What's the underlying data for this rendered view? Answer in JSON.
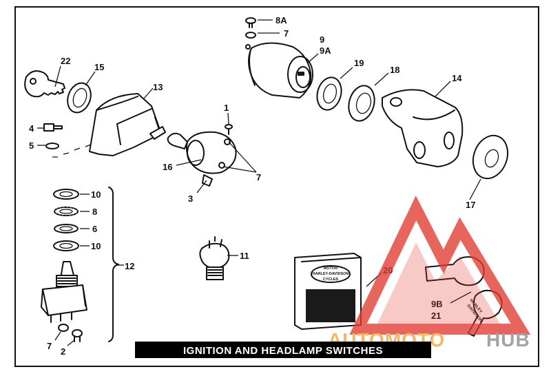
{
  "title": "IGNITION AND HEADLAMP SWITCHES",
  "labels": {
    "l22": "22",
    "l15": "15",
    "l13": "13",
    "l4": "4",
    "l5": "5",
    "l8a": "8A",
    "l7_top": "7",
    "l9": "9",
    "l9a": "9A",
    "l19": "19",
    "l18": "18",
    "l14": "14",
    "l1": "1",
    "l16": "16",
    "l7_mid": "7",
    "l3": "3",
    "l17": "17",
    "l10_top": "10",
    "l8": "8",
    "l6": "6",
    "l10_bot": "10",
    "l12": "12",
    "l11": "11",
    "l20": "20",
    "l9b": "9B",
    "l21": "21",
    "l7_bot": "7",
    "l2": "2"
  },
  "part_text": {
    "card_line1": "MOTOR",
    "card_line2": "HARLEY-DAVIDSON",
    "card_line3": "CYCLES",
    "key_line1": "HARLEY",
    "key_line2": "DAVIDSON"
  },
  "watermark": {
    "text_a": "AUTOMOTO",
    "text_b": "HUB",
    "color_red": "#e23b32",
    "color_orange": "#f0a23a",
    "color_gray": "#8a8a8a"
  }
}
